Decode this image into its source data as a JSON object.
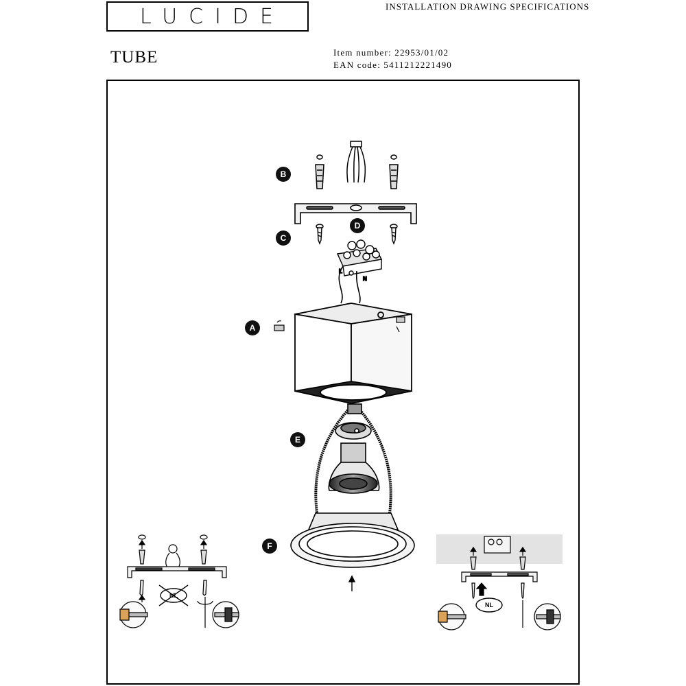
{
  "brand": {
    "logo": "LUCIDE"
  },
  "header": {
    "title": "INSTALLATION DRAWING SPECIFICATIONS"
  },
  "product": {
    "name": "TUBE",
    "item_number": "Item number: 22953/01/02",
    "ean_code": "EAN code: 5411212221490"
  },
  "parts": {
    "a": "A",
    "b": "B",
    "c": "C",
    "d": "D",
    "e": "E",
    "f": "F"
  },
  "terminal": {
    "live": "L",
    "neutral": "N"
  },
  "notes": {
    "nl_left": "NL",
    "nl_right": "NL"
  }
}
